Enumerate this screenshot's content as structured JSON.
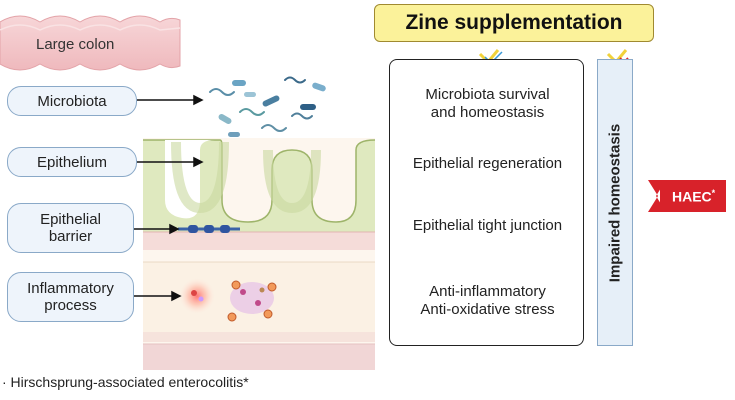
{
  "title": "Zine supplementation",
  "colon_label": "Large colon",
  "labels": {
    "microbiota": "Microbiota",
    "epithelium": "Epithelium",
    "barrier_line1": "Epithelial",
    "barrier_line2": "barrier",
    "inflam_line1": "Inflammatory",
    "inflam_line2": "process"
  },
  "effects": {
    "e1_line1": "Microbiota survival",
    "e1_line2": "and homeostasis",
    "e2": "Epithelial regeneration",
    "e3": "Epithelial tight junction",
    "e4_line1": "Anti-inflammatory",
    "e4_line2": "Anti-oxidative stress"
  },
  "impaired": "Impaired homeostasis",
  "outcome": "HAEC",
  "outcome_mark": "*",
  "footnote": "· Hirschsprung-associated enterocolitis*",
  "colors": {
    "title_fill": "#fbf29a",
    "outcome_red": "#d8222a",
    "pill_fill": "#eef4fb",
    "pill_border": "#8aa9c8"
  }
}
